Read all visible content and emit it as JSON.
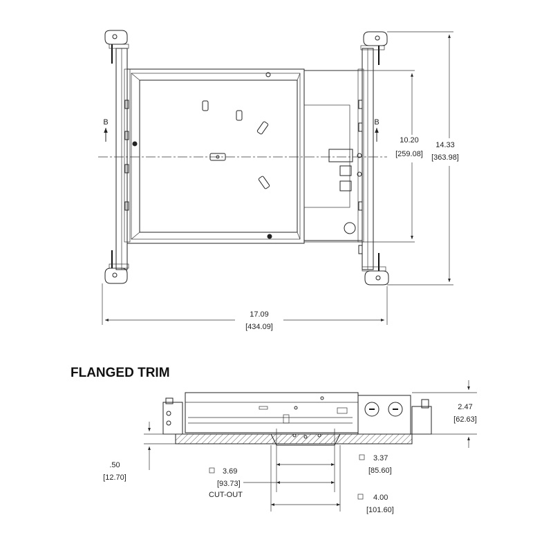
{
  "top_view": {
    "section_mark_left": "B",
    "section_mark_right": "B",
    "dim_height_inner": "10.20",
    "dim_height_inner_mm": "[259.08]",
    "dim_height_outer": "14.33",
    "dim_height_outer_mm": "[363.98]",
    "dim_width": "17.09",
    "dim_width_mm": "[434.09]"
  },
  "side_view": {
    "title": "FLANGED TRIM",
    "dim_height": "2.47",
    "dim_height_mm": "[62.63]",
    "dim_flange": ".50",
    "dim_flange_mm": "[12.70]",
    "dim_cutout": "3.69",
    "dim_cutout_mm": "[93.73]",
    "cutout_label": "CUT-OUT",
    "dim_inner_aperture": "3.37",
    "dim_inner_aperture_mm": "[85.60]",
    "dim_outer_aperture": "4.00",
    "dim_outer_aperture_mm": "[101.60]"
  },
  "colors": {
    "line": "#222222",
    "background": "#ffffff"
  }
}
